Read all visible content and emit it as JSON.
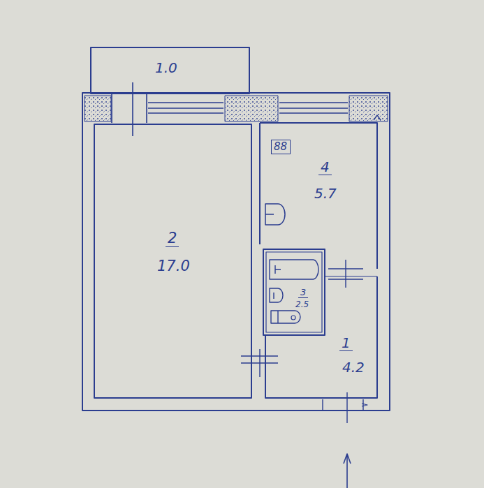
{
  "diagram": {
    "nodes": [
      {
        "text": [
          "1.0"
        ]
      },
      {
        "text": [
          "2",
          "17.0"
        ]
      },
      {
        "text": [
          "4",
          "5.7"
        ]
      },
      {
        "text": [
          "88"
        ],
        "in": 2
      },
      {
        "text": [
          "3",
          "2.5"
        ]
      },
      {
        "text": [
          "1",
          "4.2"
        ]
      }
    ]
  }
}
